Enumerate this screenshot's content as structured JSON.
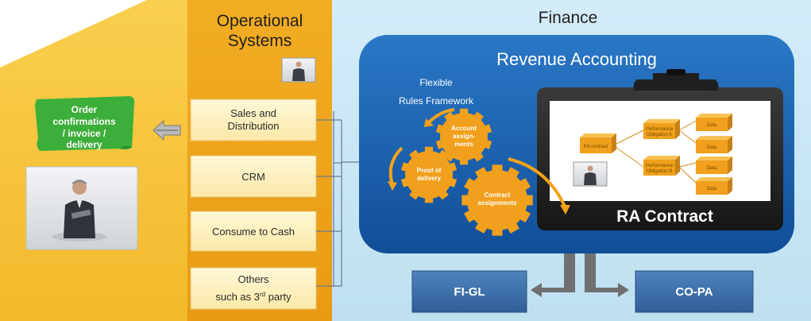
{
  "columns": {
    "operational_title_line1": "Operational",
    "operational_title_line2": "Systems",
    "finance_title": "Finance"
  },
  "order_note": {
    "line1": "Order",
    "line2": "confirmations",
    "line3": "/ invoice /",
    "line4": "delivery"
  },
  "systems": {
    "sales_line1": "Sales and",
    "sales_line2": "Distribution",
    "crm": "CRM",
    "consume": "Consume to Cash",
    "others_line1": "Others",
    "others_line2_prefix": "such as 3",
    "others_line2_sup": "rd",
    "others_line2_suffix": " party"
  },
  "revenue": {
    "title": "Revenue Accounting",
    "flexible_line1": "Flexible",
    "flexible_line2": "Rules Framework"
  },
  "gears": {
    "account_line1": "Account",
    "account_line2": "assign-",
    "account_line3": "ments",
    "proof_line1": "Proof of",
    "proof_line2": "delivery",
    "contract_line1": "Contract",
    "contract_line2": "assignments"
  },
  "contract": {
    "title": "RA Contract",
    "node_contract": "RA contract",
    "node_po_a_line1": "Performance",
    "node_po_a_line2": "Obligation A",
    "node_po_b_line1": "Performance",
    "node_po_b_line2": "Obligation B",
    "node_data": "Data"
  },
  "outputs": {
    "figl": "FI-GL",
    "copa": "CO-PA"
  },
  "colors": {
    "left_yellow": "#f7c43a",
    "ops_orange": "#efa31c",
    "finance_blue": "#c9e7f5",
    "ra_blue": "#1a63b5",
    "gear_orange": "#f0a01c",
    "note_green": "#3cae3a",
    "output_blue": "#3c6ea8"
  }
}
